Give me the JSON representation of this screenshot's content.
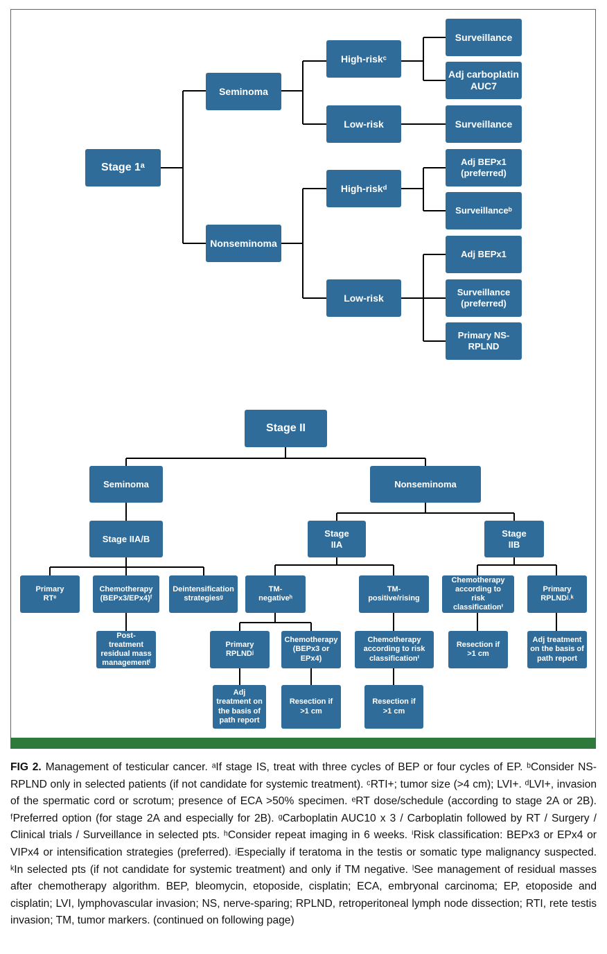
{
  "colors": {
    "box": "#2f6c99",
    "box_text": "#ffffff",
    "line": "#000000",
    "frame_bar": "#2f7a3a"
  },
  "nodes": {
    "stage1": "Stage 1ᵃ",
    "s1_seminoma": "Seminoma",
    "s1_nonseminoma": "Nonseminoma",
    "s1_sem_high": "High-riskᶜ",
    "s1_sem_low": "Low-risk",
    "s1_sem_high_surv": "Surveillance",
    "s1_sem_high_carbo": "Adj carboplatin\nAUC7",
    "s1_sem_low_surv": "Surveillance",
    "s1_ns_high": "High-riskᵈ",
    "s1_ns_low": "Low-risk",
    "s1_ns_high_bep": "Adj BEPx1\n(preferred)",
    "s1_ns_high_surv": "Surveillanceᵇ",
    "s1_ns_low_bep": "Adj BEPx1",
    "s1_ns_low_surv": "Surveillance\n(preferred)",
    "s1_ns_low_rplnd": "Primary NS-\nRPLND",
    "stage2": "Stage II",
    "s2_seminoma": "Seminoma",
    "s2_nonseminoma": "Nonseminoma",
    "s2_stage_iiab": "Stage IIA/B",
    "s2_iia": "Stage\nIIA",
    "s2_iib": "Stage\nIIB",
    "s2_primary_rt": "Primary\nRTᵉ",
    "s2_chemo_bep": "Chemotherapy\n(BEPx3/EPx4)ᶠ",
    "s2_deint": "Deintensification\nstrategiesᵍ",
    "s2_post_treat": "Post-\ntreatment\nresidual mass\nmanagementˡ",
    "s2_tm_neg": "TM-\nnegativeʰ",
    "s2_tm_pos": "TM-\npositive/rising",
    "s2_primary_rplnd": "Primary\nRPLNDʲ",
    "s2_chemo_bep_ep": "Chemotherapy\n(BEPx3 or\nEPx4)",
    "s2_adj_treat_path": "Adj\ntreatment on\nthe basis of\npath report",
    "s2_resect_1": "Resection if\n>1 cm",
    "s2_chemo_risk": "Chemotherapy\naccording to risk\nclassificationⁱ",
    "s2_resect_2": "Resection if\n>1 cm",
    "s2_iib_chemo": "Chemotherapy\naccording to\nrisk\nclassificationⁱ",
    "s2_iib_rplnd": "Primary\nRPLNDʲ˒ᵏ",
    "s2_iib_resect": "Resection if\n>1 cm",
    "s2_iib_adj": "Adj treatment\non the basis of\npath report"
  },
  "caption": {
    "label": "FIG 2.",
    "text": "Management of testicular cancer. ᵃIf stage IS, treat with three cycles of BEP or four cycles of EP. ᵇConsider NS-RPLND only in selected patients (if not candidate for systemic treatment). ᶜRTI+; tumor size (>4 cm); LVI+. ᵈLVI+, invasion of the spermatic cord or scrotum; presence of ECA >50% specimen. ᵉRT dose/schedule (according to stage 2A or 2B). ᶠPreferred option (for stage 2A and especially for 2B). ᵍCarboplatin AUC10 x 3 / Carboplatin followed by RT / Surgery / Clinical trials / Surveillance in selected pts. ʰConsider repeat imaging in 6 weeks. ⁱRisk classification: BEPx3 or EPx4 or VIPx4 or intensification strategies (preferred). ʲEspecially if teratoma in the testis or somatic type malignancy suspected. ᵏIn selected pts (if not candidate for systemic treatment) and only if TM negative. ˡSee management of residual masses after chemotherapy algorithm. BEP, bleomycin, etoposide, cisplatin; ECA, embryonal carcinoma; EP, etoposide and cisplatin; LVI, lymphovascular invasion; NS, nerve-sparing; RPLND, retroperitoneal lymph node dissection; RTI, rete testis invasion; TM, tumor markers. (continued on following page)"
  }
}
